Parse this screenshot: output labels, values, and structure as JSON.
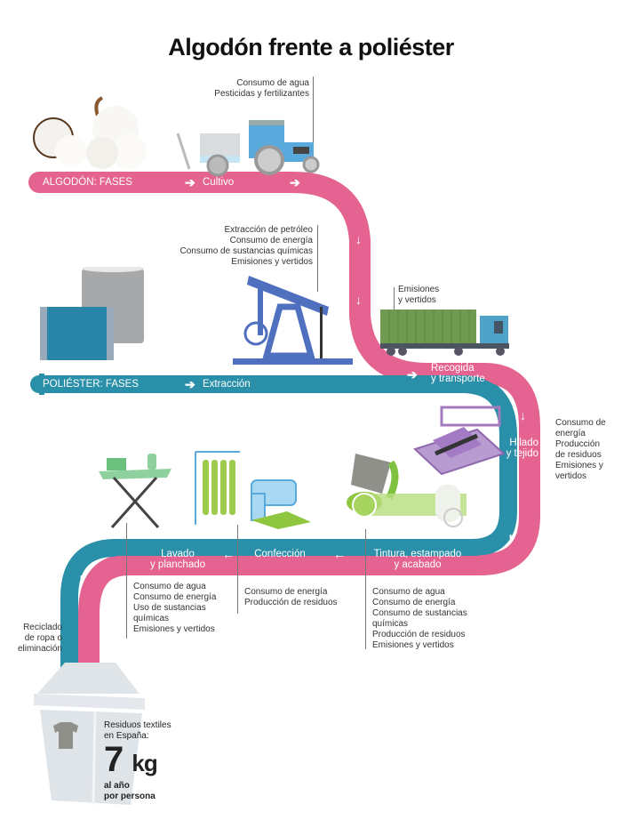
{
  "title": "Algodón frente a poliéster",
  "colors": {
    "cotton": "#e46391",
    "polyester": "#2a8fa8"
  },
  "bands": {
    "cotton_label": "ALGODÓN: FASES",
    "polyester_label": "POLIÉSTER: FASES"
  },
  "stages": {
    "cultivo": "Cultivo",
    "extraccion": "Extracción",
    "recogida_1": "Recogida",
    "recogida_2": "y transporte",
    "hilado_1": "Hilado",
    "hilado_2": "y tejido",
    "tintura_1": "Tintura, estampado",
    "tintura_2": "y acabado",
    "confeccion": "Confección",
    "lavado_1": "Lavado",
    "lavado_2": "y planchado"
  },
  "impacts": {
    "cultivo": [
      "Consumo de agua",
      "Pesticidas y fertilizantes"
    ],
    "extraccion": [
      "Extracción de petróleo",
      "Consumo de energía",
      "Consumo de sustancias químicas",
      "Emisiones y vertidos"
    ],
    "recogida": [
      "Emisiones",
      "y vertidos"
    ],
    "hilado": [
      "Consumo de",
      "energía",
      "Producción",
      "de residuos",
      "Emisiones y",
      "vertidos"
    ],
    "tintura": [
      "Consumo de agua",
      "Consumo de energía",
      "Consumo de sustancias",
      "químicas",
      "Producción de residuos",
      "Emisiones y vertidos"
    ],
    "confeccion": [
      "Consumo de energía",
      "Producción de residuos"
    ],
    "lavado": [
      "Consumo de agua",
      "Consumo de energía",
      "Uso de sustancias",
      "químicas",
      "Emisiones y vertidos"
    ],
    "final": [
      "Reciclado",
      "de ropa o",
      "eliminación"
    ]
  },
  "bin": {
    "line1": "Residuos textiles",
    "line2": "en España:",
    "value": "7",
    "unit": "kg",
    "line3": "al año",
    "line4": "por persona"
  },
  "icons": [
    "cotton-boll-icon",
    "tractor-icon",
    "thread-spool-icon",
    "oil-pump-icon",
    "truck-icon",
    "loom-icon",
    "paint-bucket-icon",
    "fabric-roll-icon",
    "sewing-machine-icon",
    "clothes-rack-icon",
    "ironing-board-icon",
    "trash-bin-icon",
    "tshirt-icon",
    "arrow-icon"
  ]
}
